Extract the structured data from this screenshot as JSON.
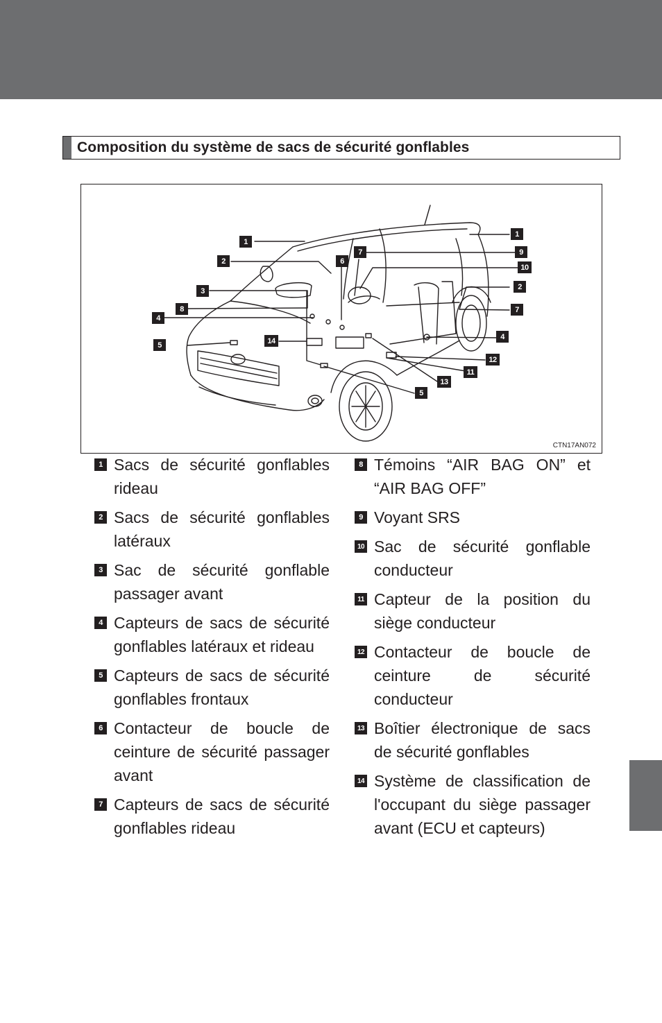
{
  "section": {
    "title": "Composition du système de sacs de sécurité gonflables"
  },
  "figure": {
    "code": "CTN17AN072",
    "callouts": [
      "1",
      "2",
      "3",
      "4",
      "8",
      "5",
      "14",
      "6",
      "7",
      "9",
      "10",
      "1",
      "2",
      "7",
      "4",
      "12",
      "11",
      "13",
      "5"
    ]
  },
  "legend_left": [
    {
      "num": "1",
      "text": "Sacs de sécurité gonflables rideau"
    },
    {
      "num": "2",
      "text": "Sacs de sécurité gonflables latéraux"
    },
    {
      "num": "3",
      "text": "Sac de sécurité gonflable passager avant"
    },
    {
      "num": "4",
      "text": "Capteurs de sacs de sécurité gonflables latéraux et rideau"
    },
    {
      "num": "5",
      "text": "Capteurs de sacs de sécurité gonflables frontaux"
    },
    {
      "num": "6",
      "text": "Contacteur de boucle de ceinture de sécurité passager avant"
    },
    {
      "num": "7",
      "text": "Capteurs de sacs de sécurité gonflables rideau"
    }
  ],
  "legend_right": [
    {
      "num": "8",
      "text": "Témoins “AIR BAG ON” et “AIR BAG OFF”"
    },
    {
      "num": "9",
      "text": "Voyant SRS"
    },
    {
      "num": "10",
      "text": "Sac de sécurité gonflable conducteur"
    },
    {
      "num": "11",
      "text": "Capteur de la position du siège conducteur"
    },
    {
      "num": "12",
      "text": "Contacteur de boucle de ceinture de sécurité conducteur"
    },
    {
      "num": "13",
      "text": "Boîtier électronique de sacs de sécurité gonflables"
    },
    {
      "num": "14",
      "text": "Système de classification de l'occupant du siège passager avant (ECU et capteurs)"
    }
  ]
}
